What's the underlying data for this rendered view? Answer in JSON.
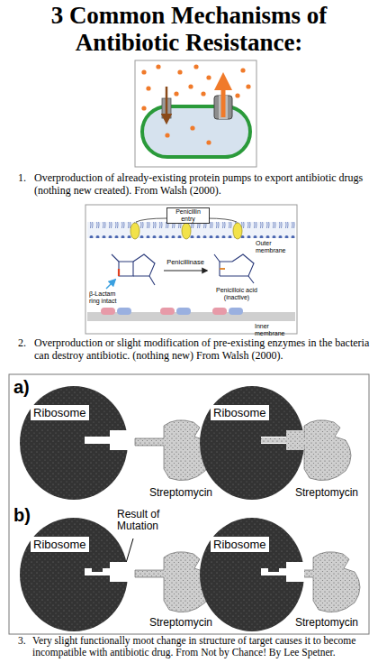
{
  "diagram": {
    "title": "3 Common Mechanisms of Antibiotic Resistance:",
    "nodes": [
      {
        "text": [
          "Ribosome"
        ]
      },
      {
        "text": [
          "Ribosome"
        ]
      },
      {
        "text": [
          "Ribosome"
        ]
      },
      {
        "text": [
          "Ribosome"
        ]
      }
    ],
    "labels": [
      "1.",
      "Overproduction of already-existing protein pumps to export antibiotic drugs (nothing new created). From Walsh (2000).",
      "Penicillin entry",
      "Outer membrane",
      "β-Lactam ring intact",
      "Penicillinase",
      "Penicilloic acid (inactive)",
      "Inner membrane",
      "2.",
      "Overproduction or slight modification of pre-existing enzymes in the bacteria can destroy antibiotic. (nothing new) From Walsh (2000).",
      "a)",
      "Streptomycin",
      "Streptomycin",
      "b)",
      "Result of Mutation",
      "Streptomycin",
      "Streptomycin",
      "3.",
      "Very slight functionally moot change in structure of target causes it to become incompatible with antibiotic drug. From Not by Chance! By Lee Spetner."
    ]
  }
}
